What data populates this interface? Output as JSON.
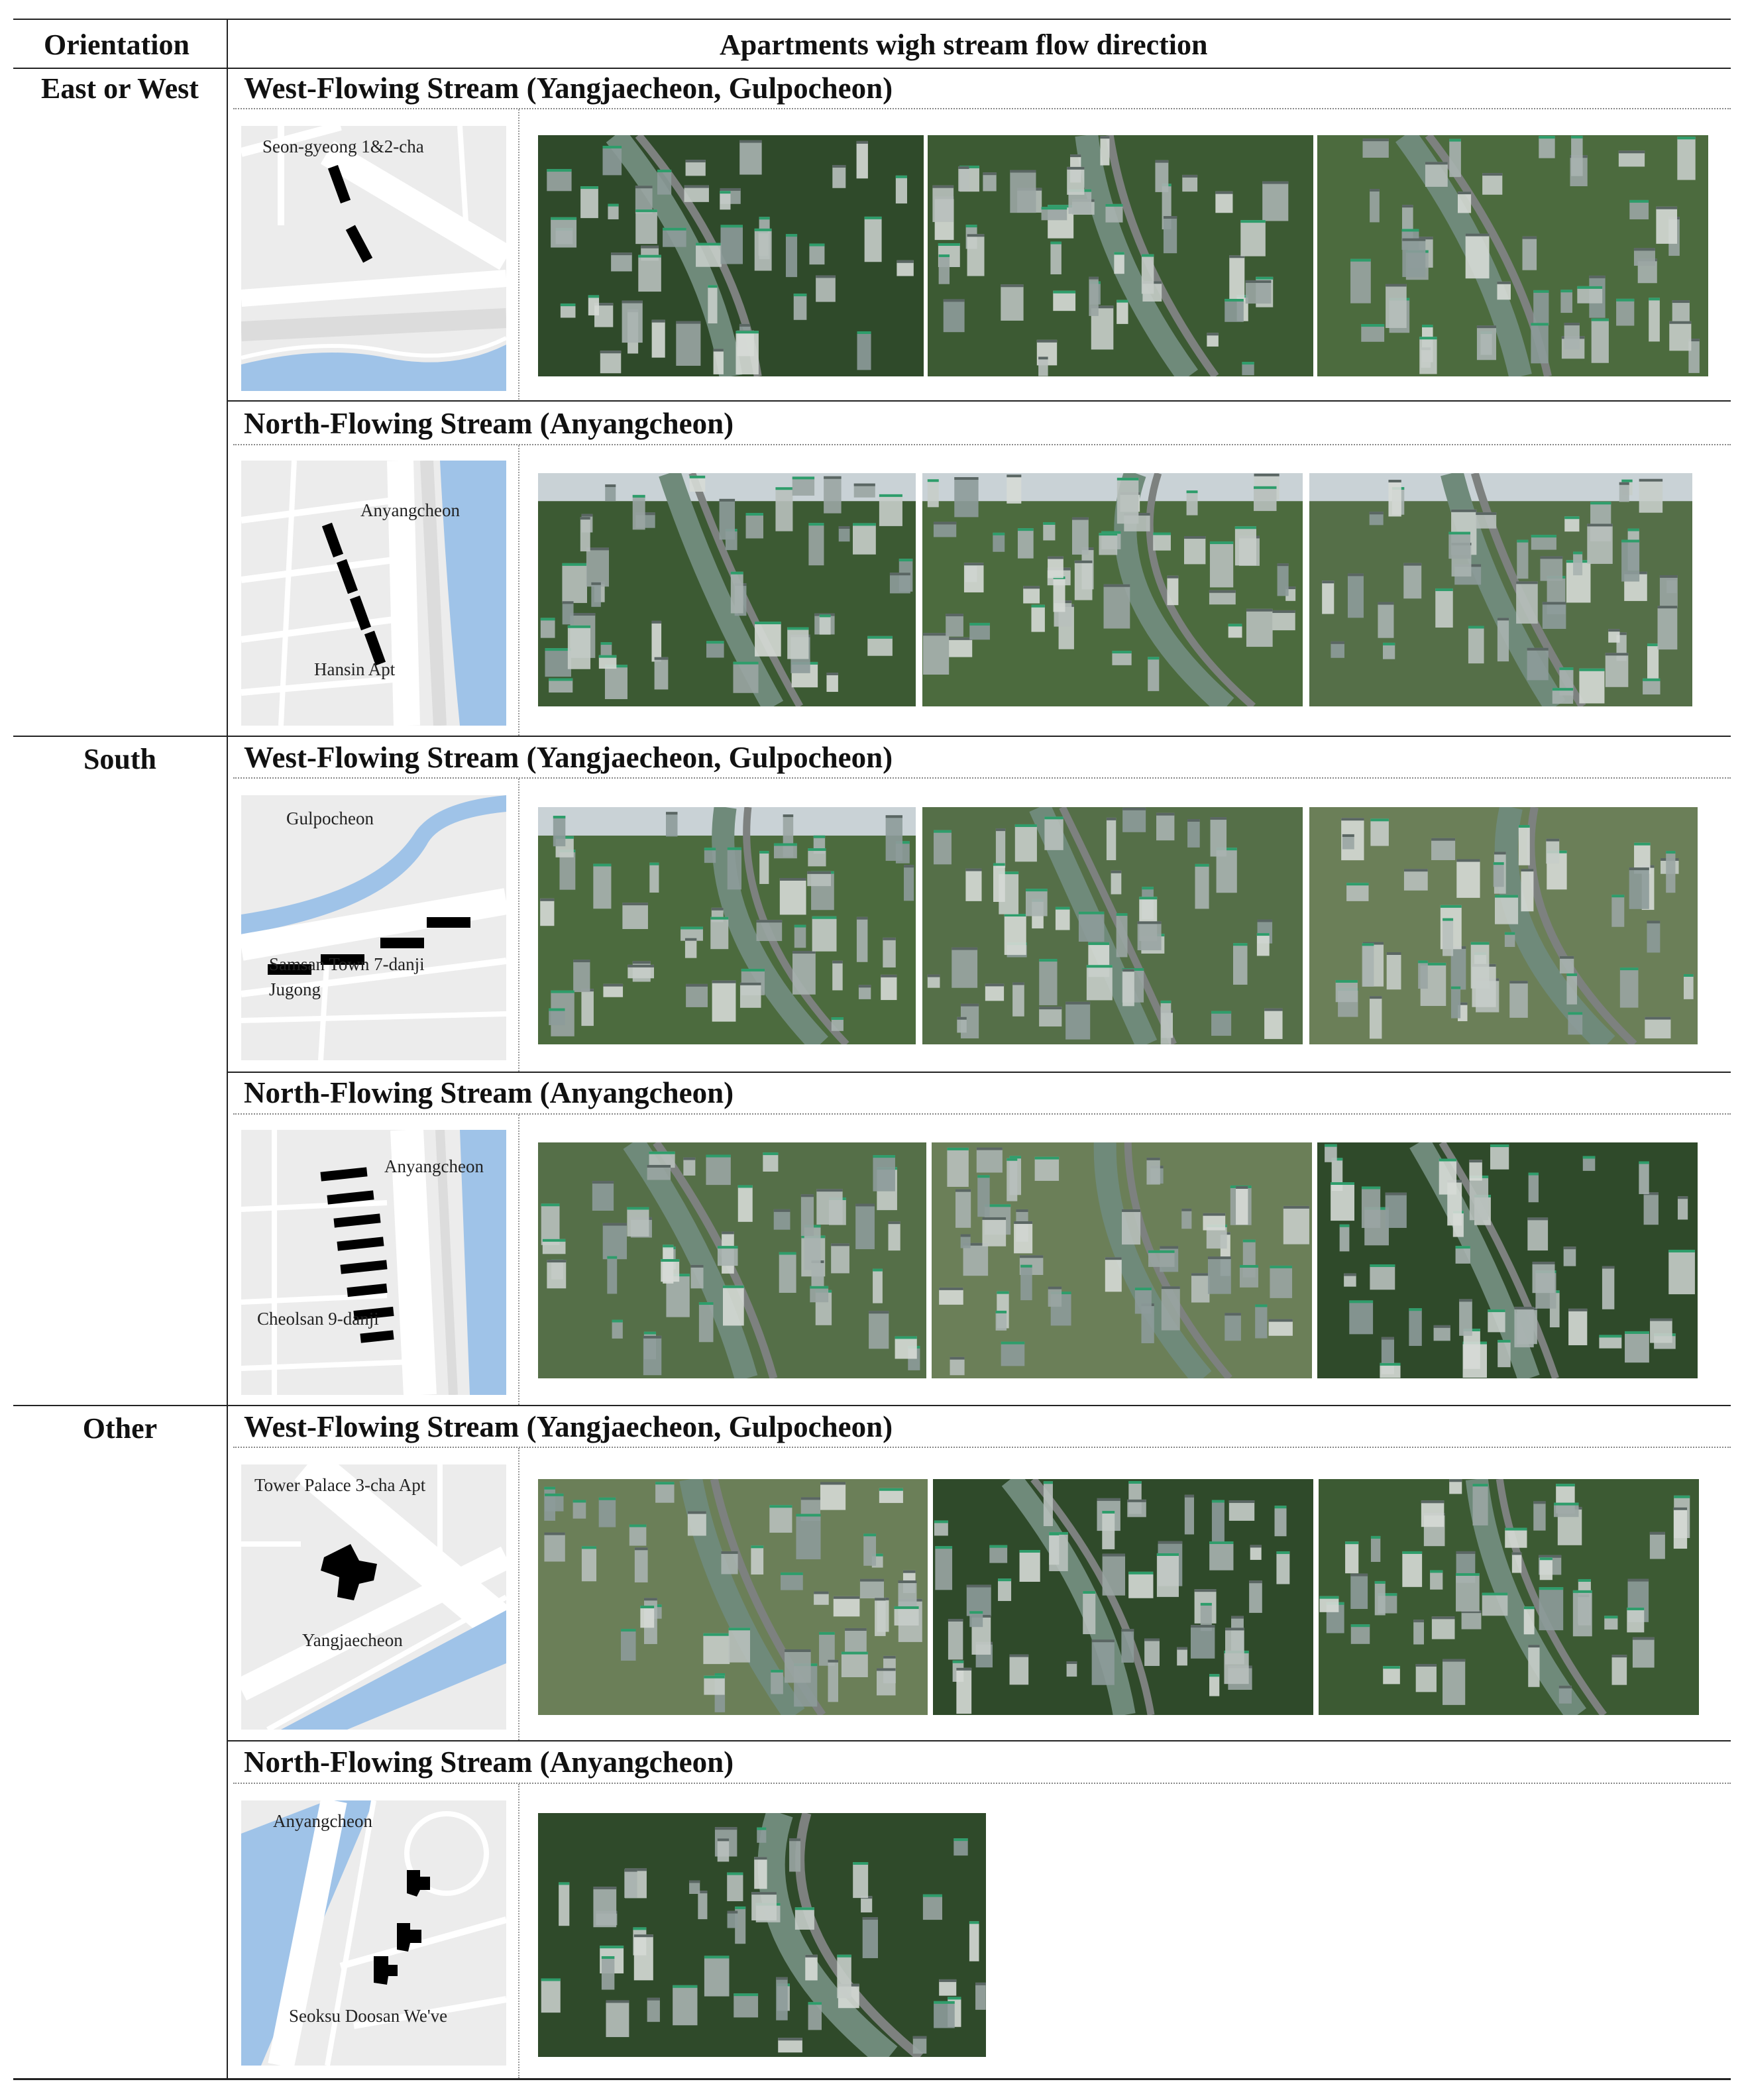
{
  "header": {
    "orientation_label": "Orientation",
    "apartments_label": "Apartments wigh stream flow direction"
  },
  "sections": [
    {
      "orientation": "East or West",
      "rows": [
        {
          "stream": "West-Flowing Stream (Yangjaecheon, Gulpocheon)",
          "map_labels": [
            "Seon-gyeong 1&2-cha"
          ],
          "photo_count": 3
        },
        {
          "stream": "North-Flowing Stream (Anyangcheon)",
          "map_labels": [
            "Anyangcheon",
            "Hansin Apt"
          ],
          "photo_count": 3
        }
      ]
    },
    {
      "orientation": "South",
      "rows": [
        {
          "stream": "West-Flowing Stream (Yangjaecheon, Gulpocheon)",
          "map_labels": [
            "Gulpocheon",
            "Samsan Town 7-danji",
            "Jugong"
          ],
          "photo_count": 3
        },
        {
          "stream": "North-Flowing Stream (Anyangcheon)",
          "map_labels": [
            "Anyangcheon",
            "Cheolsan 9-danji"
          ],
          "photo_count": 3
        }
      ]
    },
    {
      "orientation": "Other",
      "rows": [
        {
          "stream": "West-Flowing Stream (Yangjaecheon, Gulpocheon)",
          "map_labels": [
            "Tower Palace 3-cha Apt",
            "Yangjaecheon"
          ],
          "photo_count": 3
        },
        {
          "stream": "North-Flowing Stream (Anyangcheon)",
          "map_labels": [
            "Anyangcheon",
            "Seoksu Doosan We've"
          ],
          "photo_count": 1
        }
      ]
    }
  ],
  "colors": {
    "rule": "#222222",
    "map_background": "#ececec",
    "river_blue": "#9fc3e8",
    "building_black": "#000000"
  }
}
